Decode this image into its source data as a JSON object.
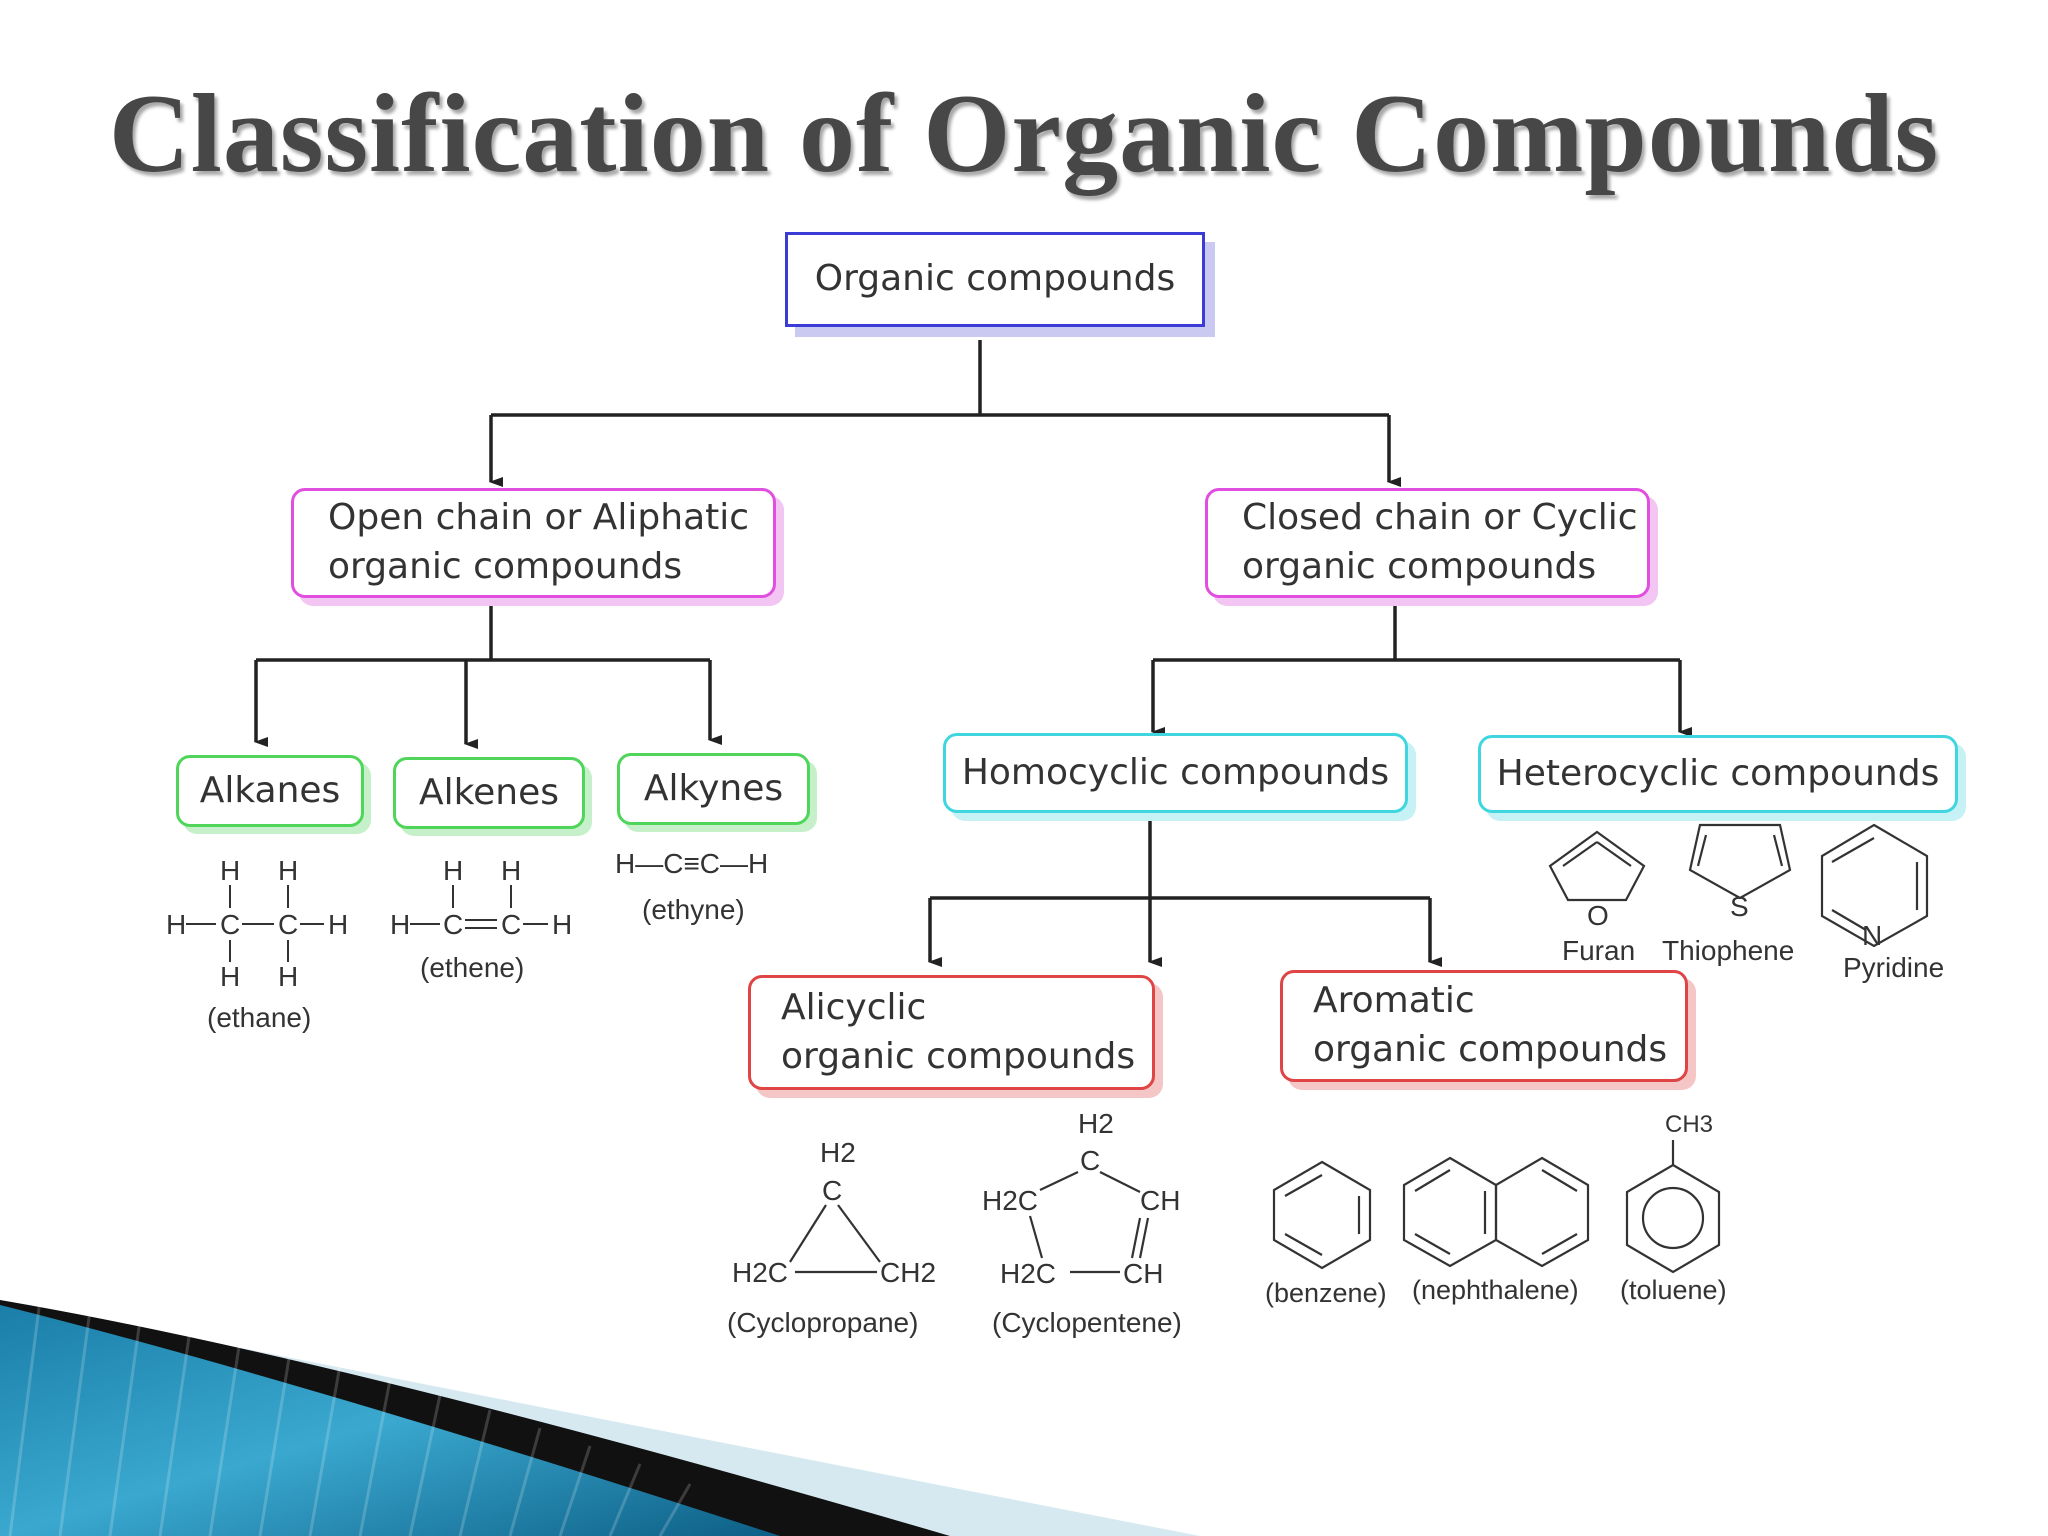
{
  "title": "Classification of Organic Compounds",
  "nodes": {
    "root": "Organic compounds",
    "open_chain": [
      "Open chain or Aliphatic",
      "organic compounds"
    ],
    "closed_chain": [
      "Closed chain or Cyclic",
      "organic compounds"
    ],
    "alkanes": "Alkanes",
    "alkenes": "Alkenes",
    "alkynes": "Alkynes",
    "homocyclic": "Homocyclic compounds",
    "heterocyclic": "Heterocyclic compounds",
    "alicyclic": [
      "Alicyclic",
      "organic compounds"
    ],
    "aromatic": [
      "Aromatic",
      "organic compounds"
    ]
  },
  "examples": {
    "ethane": "(ethane)",
    "ethene": "(ethene)",
    "ethyne": "(ethyne)",
    "ethyne_formula": "H—C≡C—H",
    "furan": "Furan",
    "thiophene": "Thiophene",
    "pyridine": "Pyridine",
    "cyclopropane": "(Cyclopropane)",
    "cyclopentene": "(Cyclopentene)",
    "benzene": "(benzene)",
    "naphthalene": "(nephthalene)",
    "toluene": "(toluene)"
  },
  "atoms": {
    "H": "H",
    "C": "C",
    "O": "O",
    "S": "S",
    "N": "N",
    "CH": "CH",
    "CH3": "CH3",
    "H2": "H2",
    "H2C": "H2C",
    "CH2": "CH2"
  },
  "colors": {
    "root": "#3b3bd6",
    "level1": "#e04fe0",
    "hydrocarbons": "#4fd65a",
    "cyclic_types": "#3fd6e0",
    "subtypes": "#e04545"
  }
}
